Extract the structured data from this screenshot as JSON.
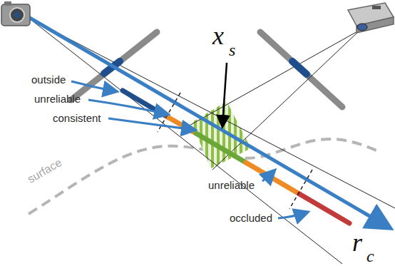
{
  "diagram": {
    "labels": [
      "x",
      "s",
      "outside",
      "unreliable",
      "consistent",
      "unreliable",
      "occluded",
      "surface",
      "r",
      "c"
    ]
  }
}
